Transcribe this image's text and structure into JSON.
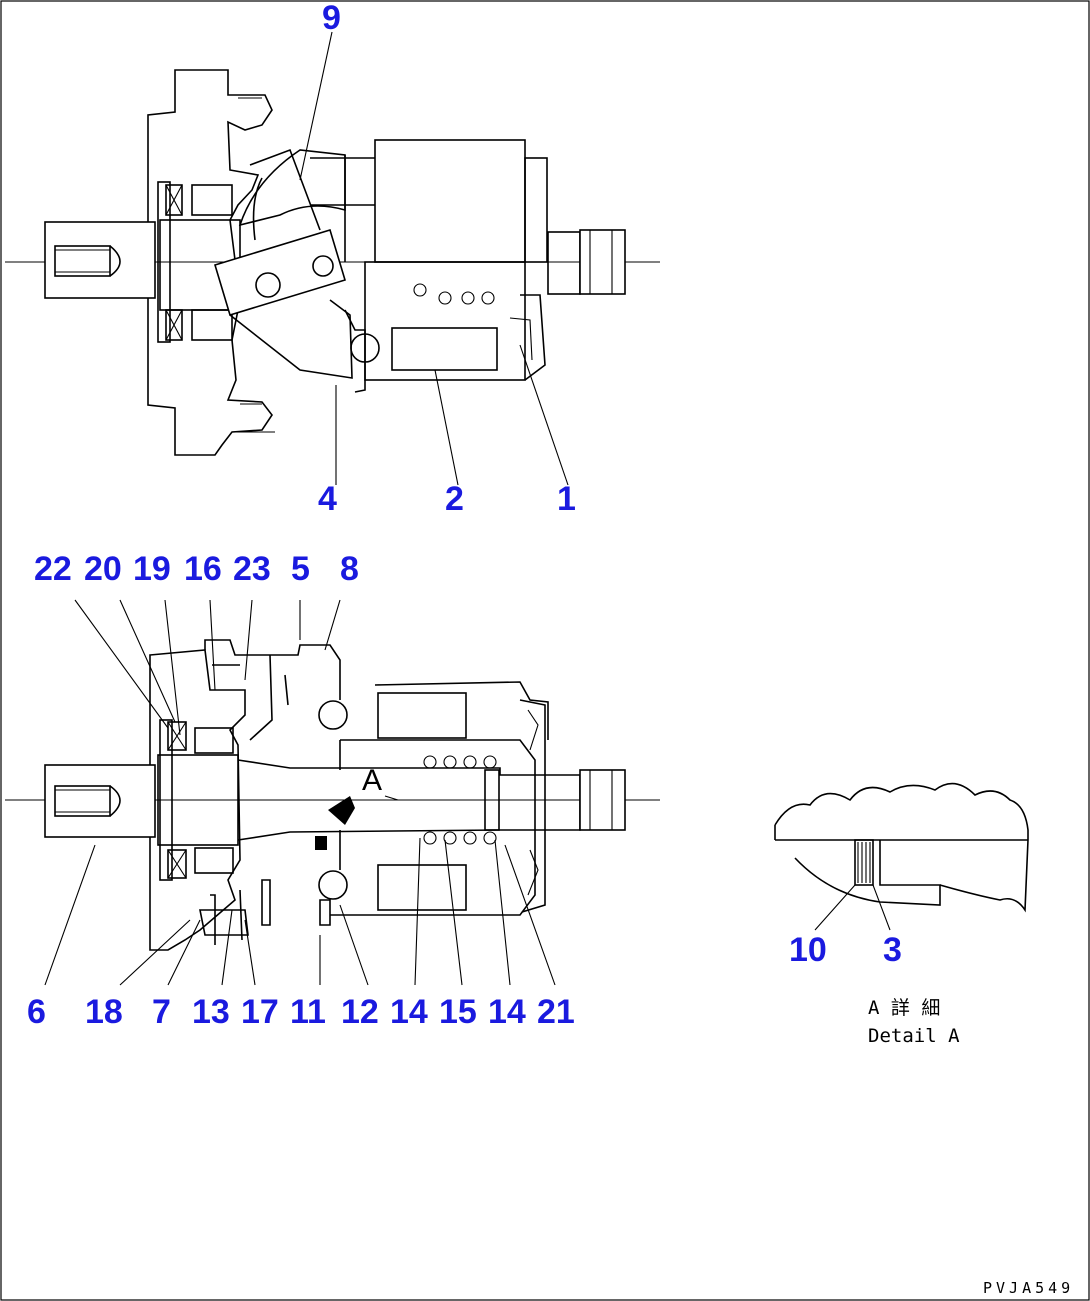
{
  "top_view": {
    "callouts": [
      "9",
      "4",
      "2",
      "1"
    ]
  },
  "section_view": {
    "top_callouts": [
      "22",
      "20",
      "19",
      "16",
      "23",
      "5",
      "8"
    ],
    "bottom_callouts": [
      "6",
      "18",
      "7",
      "13",
      "17",
      "11",
      "12",
      "14",
      "15",
      "14",
      "21"
    ],
    "section_letter": "A"
  },
  "detail_view": {
    "callouts": [
      "10",
      "3"
    ],
    "title_jp": "A 詳 細",
    "title_en": "Detail A"
  },
  "drawing_code": "PVJA549",
  "colors": {
    "callout": "#1a1adf",
    "line": "#000000"
  }
}
